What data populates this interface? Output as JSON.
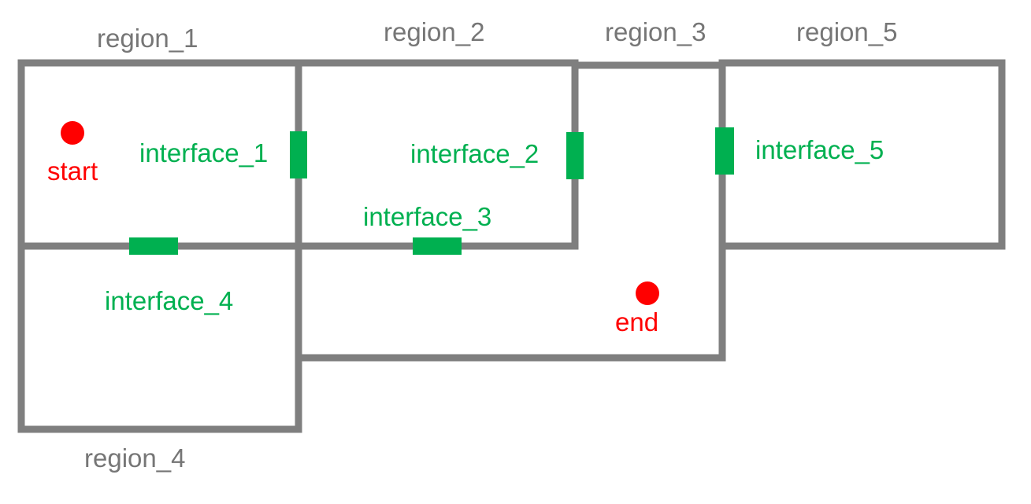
{
  "colors": {
    "wall": "#7f7f7f",
    "region_label": "#767676",
    "interface": "#00b050",
    "marker": "#ff0000"
  },
  "regions": [
    {
      "id": "region_1",
      "label": "region_1"
    },
    {
      "id": "region_2",
      "label": "region_2"
    },
    {
      "id": "region_3",
      "label": "region_3"
    },
    {
      "id": "region_5",
      "label": "region_5"
    },
    {
      "id": "region_4",
      "label": "region_4"
    }
  ],
  "interfaces": [
    {
      "id": "interface_1",
      "label": "interface_1"
    },
    {
      "id": "interface_2",
      "label": "interface_2"
    },
    {
      "id": "interface_3",
      "label": "interface_3"
    },
    {
      "id": "interface_4",
      "label": "interface_4"
    },
    {
      "id": "interface_5",
      "label": "interface_5"
    }
  ],
  "markers": {
    "start": {
      "label": "start"
    },
    "end": {
      "label": "end"
    }
  }
}
